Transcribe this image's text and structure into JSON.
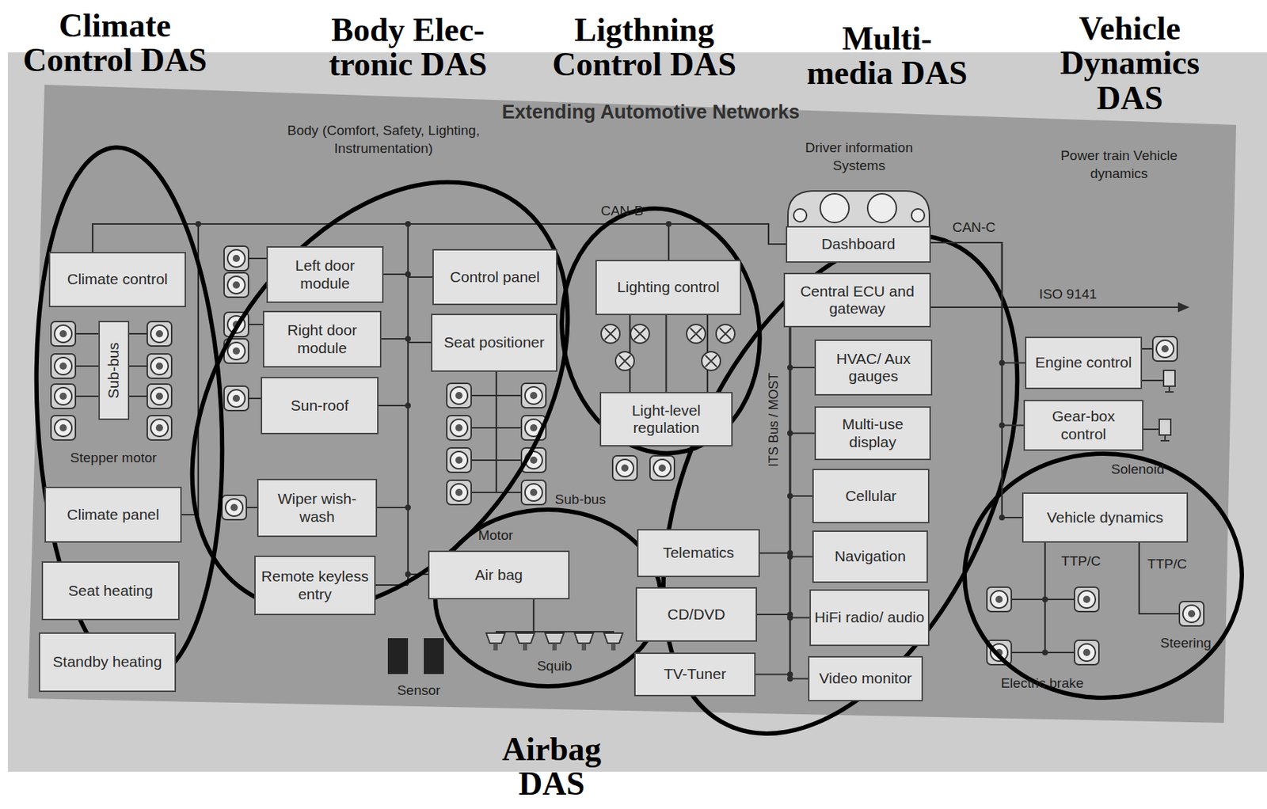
{
  "diagram": {
    "title": "Extending Automotive Networks",
    "nodes": [
      {
        "text": [
          "Climate control"
        ]
      },
      {
        "text": [
          "Climate panel"
        ]
      },
      {
        "text": [
          "Seat heating"
        ]
      },
      {
        "text": [
          "Standby heating"
        ]
      },
      {
        "text": [
          "Sub-bus"
        ]
      },
      {
        "text": [
          "Left door module"
        ]
      },
      {
        "text": [
          "Right door module"
        ]
      },
      {
        "text": [
          "Sun-roof"
        ]
      },
      {
        "text": [
          "Wiper wish-wash"
        ]
      },
      {
        "text": [
          "Remote keyless entry"
        ]
      },
      {
        "text": [
          "Control panel"
        ]
      },
      {
        "text": [
          "Seat positioner"
        ]
      },
      {
        "text": [
          "Air bag"
        ]
      },
      {
        "text": [
          "Lighting control"
        ]
      },
      {
        "text": [
          "Light-level regulation"
        ]
      },
      {
        "text": [
          "Dashboard"
        ]
      },
      {
        "text": [
          "Central ECU and gateway"
        ]
      },
      {
        "text": [
          "HVAC/ Aux gauges"
        ]
      },
      {
        "text": [
          "Multi-use display"
        ]
      },
      {
        "text": [
          "Cellular"
        ]
      },
      {
        "text": [
          "Navigation"
        ]
      },
      {
        "text": [
          "HiFi radio/ audio"
        ]
      },
      {
        "text": [
          "Video monitor"
        ]
      },
      {
        "text": [
          "Telematics"
        ]
      },
      {
        "text": [
          "CD/DVD"
        ]
      },
      {
        "text": [
          "TV-Tuner"
        ]
      },
      {
        "text": [
          "Engine control"
        ]
      },
      {
        "text": [
          "Gear-box control"
        ]
      },
      {
        "text": [
          "Vehicle dynamics"
        ]
      }
    ],
    "edges": [
      {
        "from": 13,
        "to": 14,
        "arrow": "none"
      },
      {
        "from": 15,
        "to": 26,
        "arrow": "none"
      },
      {
        "from": 15,
        "to": 27,
        "arrow": "none"
      },
      {
        "from": 15,
        "to": 28,
        "arrow": "none"
      },
      {
        "from": 16,
        "to": 17,
        "arrow": "none"
      },
      {
        "from": 16,
        "to": 18,
        "arrow": "none"
      },
      {
        "from": 16,
        "to": 19,
        "arrow": "none"
      },
      {
        "from": 16,
        "to": 20,
        "arrow": "none"
      },
      {
        "from": 16,
        "to": 21,
        "arrow": "none"
      },
      {
        "from": 16,
        "to": 22,
        "arrow": "none"
      },
      {
        "from": 16,
        "to": 23,
        "arrow": "none"
      },
      {
        "from": 16,
        "to": 24,
        "arrow": "none"
      },
      {
        "from": 16,
        "to": 25,
        "arrow": "none"
      }
    ],
    "labels": [
      "Climate Control DAS",
      "Body Elec- tronic DAS",
      "Ligthning Control DAS",
      "Multi- media DAS",
      "Vehicle Dynamics DAS",
      "Body (Comfort, Safety, Lighting, Instrumentation)",
      "Driver information Systems",
      "Power train Vehicle dynamics",
      "CAN-B",
      "CAN-C",
      "ISO 9141",
      "ITS Bus / MOST",
      "Stepper motor",
      "Sub-bus",
      "Motor",
      "Solenoid",
      "TTP/C",
      "TTP/C",
      "Steering",
      "Sensor",
      "Squib",
      "Electric brake",
      "Airbag DAS"
    ]
  }
}
